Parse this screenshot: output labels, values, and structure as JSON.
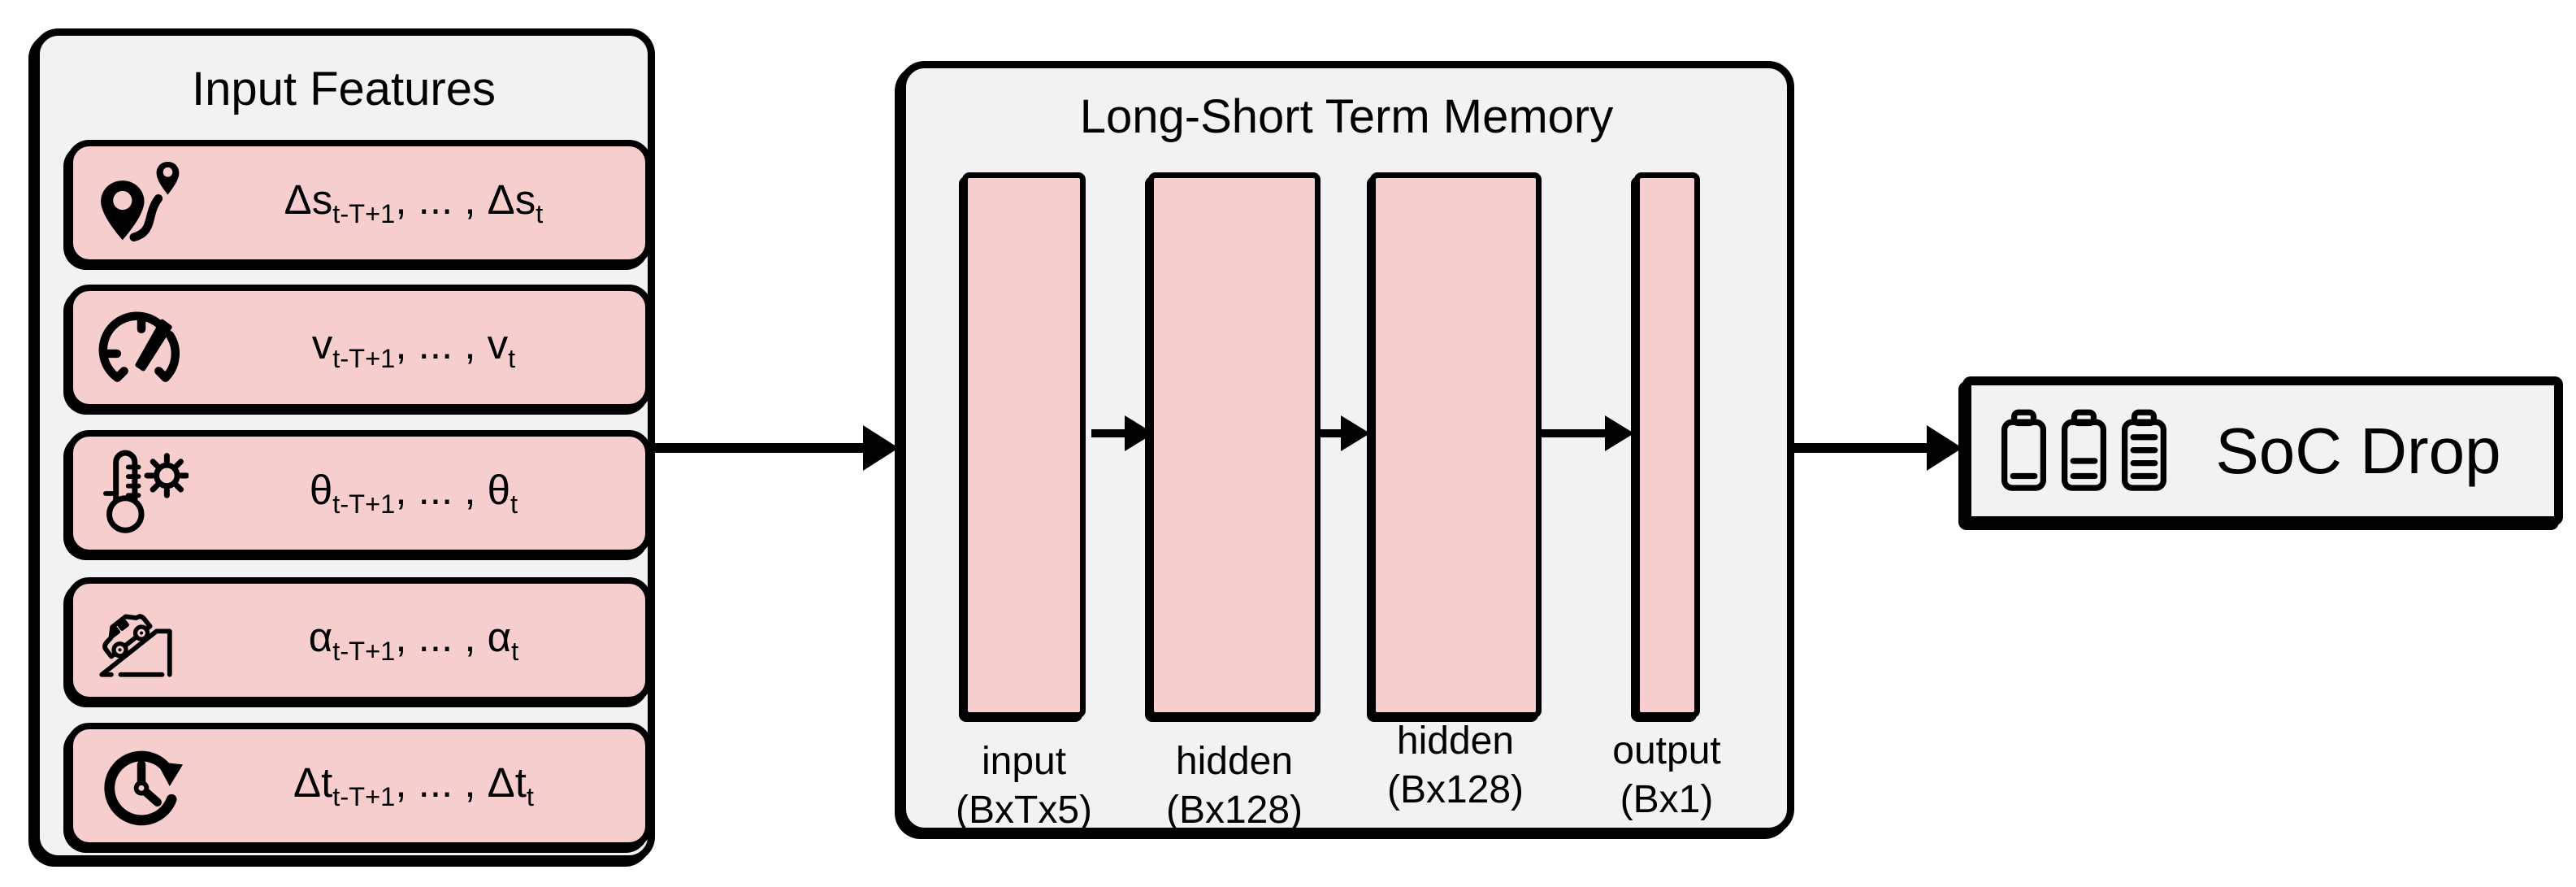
{
  "colors": {
    "pink": "#f6cecd",
    "panel_gray": "#f2f2f2",
    "stroke": "#000000",
    "background": "#ffffff"
  },
  "input_features": {
    "title": "Input Features",
    "rows": [
      {
        "icon": "route-icon",
        "base": "Δs",
        "sub_start": "t-T+1",
        "separator": ", ... , ",
        "base_end": "Δs",
        "sub_end": "t"
      },
      {
        "icon": "speedometer-icon",
        "base": "v",
        "sub_start": "t-T+1",
        "separator": ", ... , ",
        "base_end": "v",
        "sub_end": "t"
      },
      {
        "icon": "thermometer-sun-icon",
        "base": "θ",
        "sub_start": "t-T+1",
        "separator": ", ... , ",
        "base_end": "θ",
        "sub_end": "t"
      },
      {
        "icon": "car-on-slope-icon",
        "base": "α",
        "sub_start": "t-T+1",
        "separator": ", ... , ",
        "base_end": "α",
        "sub_end": "t"
      },
      {
        "icon": "clock-history-icon",
        "base": "Δt",
        "sub_start": "t-T+1",
        "separator": ", ... , ",
        "base_end": "Δt",
        "sub_end": "t"
      }
    ]
  },
  "lstm": {
    "title": "Long-Short Term Memory",
    "layers": [
      {
        "label": "input",
        "dims": "(BxTx5)"
      },
      {
        "label": "hidden",
        "dims": "(Bx128)"
      },
      {
        "label": "hidden",
        "dims": "(Bx128)"
      },
      {
        "label": "output",
        "dims": "(Bx1)"
      }
    ]
  },
  "output": {
    "label": "SoC Drop",
    "icons": [
      "battery-low-icon",
      "battery-half-icon",
      "battery-full-icon"
    ]
  }
}
